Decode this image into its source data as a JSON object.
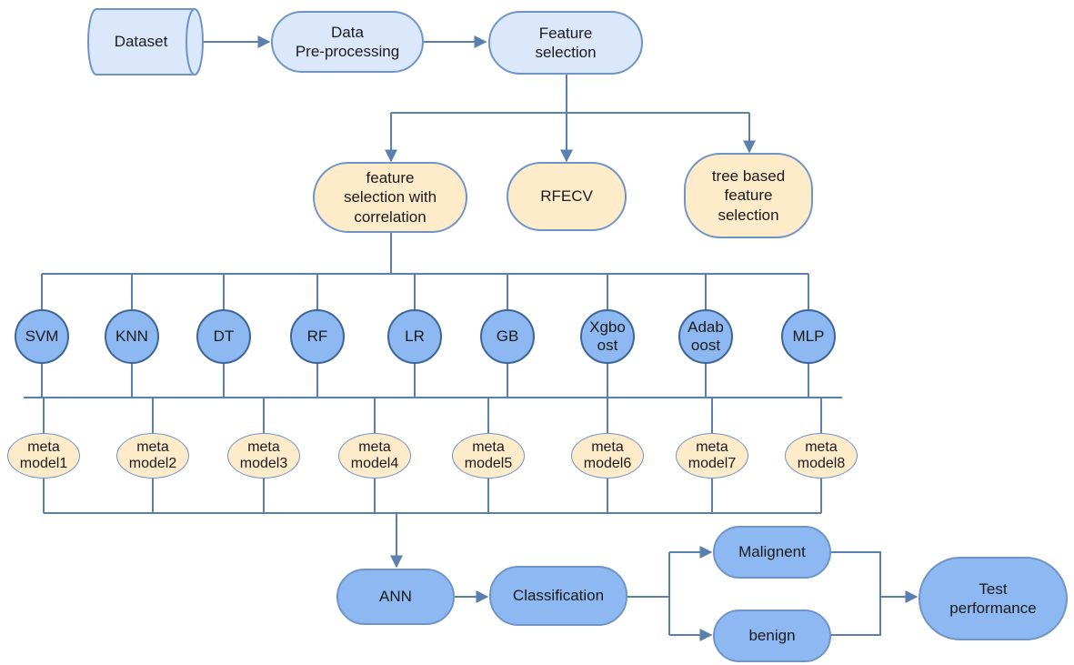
{
  "colors": {
    "light_blue_fill": "#dbe7fb",
    "cream_fill": "#fdebc9",
    "blue_fill": "#8db8f2",
    "border": "#6f95c6",
    "connector": "#5b7fae"
  },
  "top_row": {
    "dataset": "Dataset",
    "preprocessing": "Data\nPre-processing",
    "feature_selection": "Feature\nselection"
  },
  "feature_methods": {
    "correlation": "feature\nselection with\ncorrelation",
    "rfecv": "RFECV",
    "tree_based": "tree based\nfeature\nselection"
  },
  "classifiers": [
    "SVM",
    "KNN",
    "DT",
    "RF",
    "LR",
    "GB",
    "Xgbo\nost",
    "Adab\noost",
    "MLP"
  ],
  "meta_models": [
    "meta\nmodel1",
    "meta\nmodel2",
    "meta\nmodel3",
    "meta\nmodel4",
    "meta\nmodel5",
    "meta\nmodel6",
    "meta\nmodel7",
    "meta\nmodel8"
  ],
  "bottom_row": {
    "ann": "ANN",
    "classification": "Classification",
    "malignent": "Malignent",
    "benign": "benign",
    "test_performance": "Test\nperformance"
  }
}
